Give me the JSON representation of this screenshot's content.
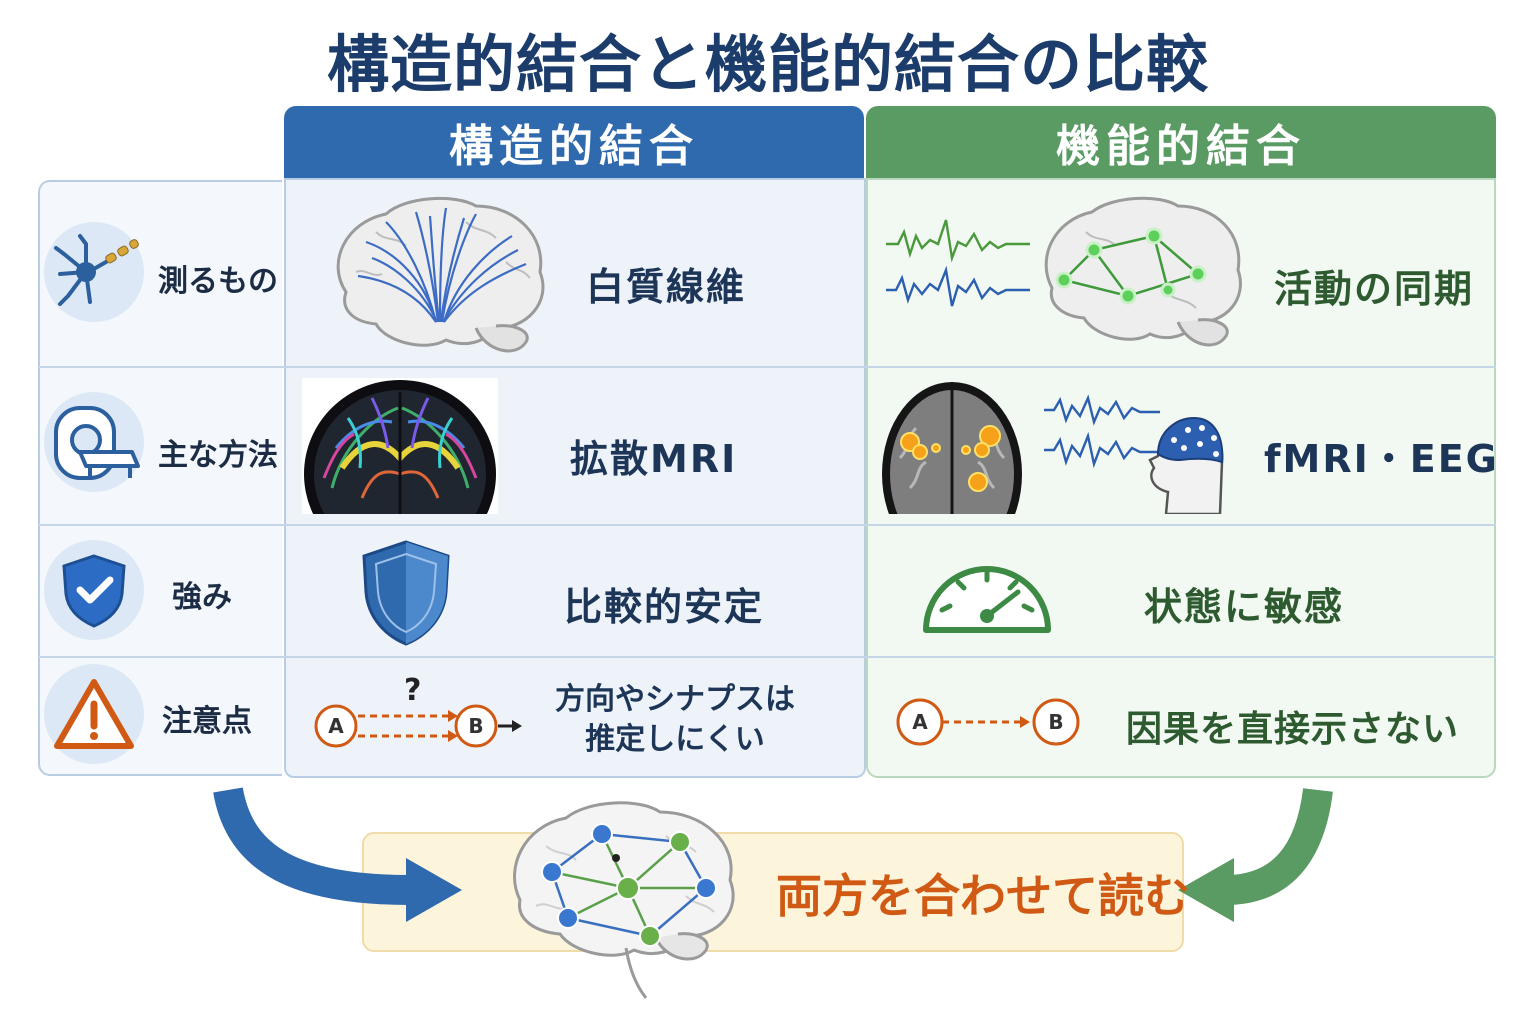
{
  "title": "構造的結合と機能的結合の比較",
  "columns": {
    "structural": "構造的結合",
    "functional": "機能的結合"
  },
  "rows": [
    {
      "label": "測るもの",
      "icon": "neuron-icon",
      "structural": "白質線維",
      "functional": "活動の同期"
    },
    {
      "label": "主な方法",
      "icon": "mri-scanner-icon",
      "structural": "拡散MRI",
      "functional": "fMRI・EEG"
    },
    {
      "label": "強み",
      "icon": "shield-check-icon",
      "structural": "比較的安定",
      "functional": "状態に敏感"
    },
    {
      "label": "注意点",
      "icon": "warning-icon",
      "structural_lines": [
        "方向やシナプスは",
        "推定しにくい"
      ],
      "functional": "因果を直接示さない"
    }
  ],
  "diagram_labels": {
    "question": "?",
    "node_a": "A",
    "node_b": "B"
  },
  "bottom": {
    "text": "両方を合わせて読む"
  },
  "colors": {
    "structural": "#2e6aad",
    "functional": "#5a9a63",
    "accent": "#d05a14",
    "title": "#1c3d6b"
  }
}
